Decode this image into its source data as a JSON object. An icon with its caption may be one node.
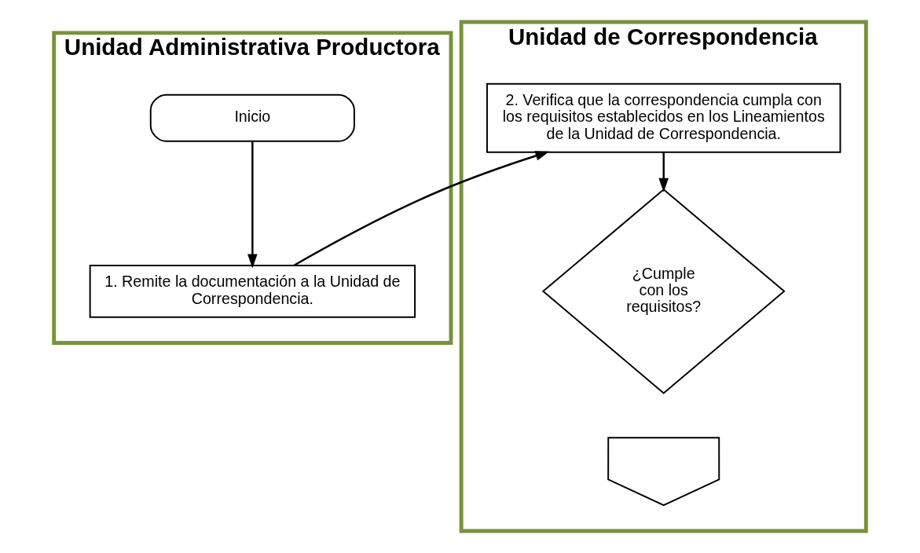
{
  "diagram": {
    "nodes": [
      {
        "text": [
          "Unidad Administrativa Productora"
        ]
      },
      {
        "text": [
          "Unidad de Correspondencia"
        ]
      },
      {
        "text": [
          "Inicio"
        ],
        "in": 0
      },
      {
        "text": [
          "1. Remite la documentación a la Unidad de Correspondencia."
        ],
        "in": 0
      },
      {
        "text": [
          "2. Verifica que la correspondencia cumpla con los requisitos establecidos en los Lineamientos de la Unidad de Correspondencia."
        ],
        "in": 1
      },
      {
        "text": [
          "¿Cumple con los requisitos?"
        ],
        "in": 1
      },
      {
        "text": [],
        "shape": "pentagon",
        "in": 1
      }
    ],
    "edges": [
      {
        "from": 2,
        "to": 3,
        "arrow": "to"
      },
      {
        "from": 3,
        "to": 4,
        "arrow": "to"
      },
      {
        "from": 4,
        "to": 5,
        "arrow": "to"
      }
    ]
  }
}
